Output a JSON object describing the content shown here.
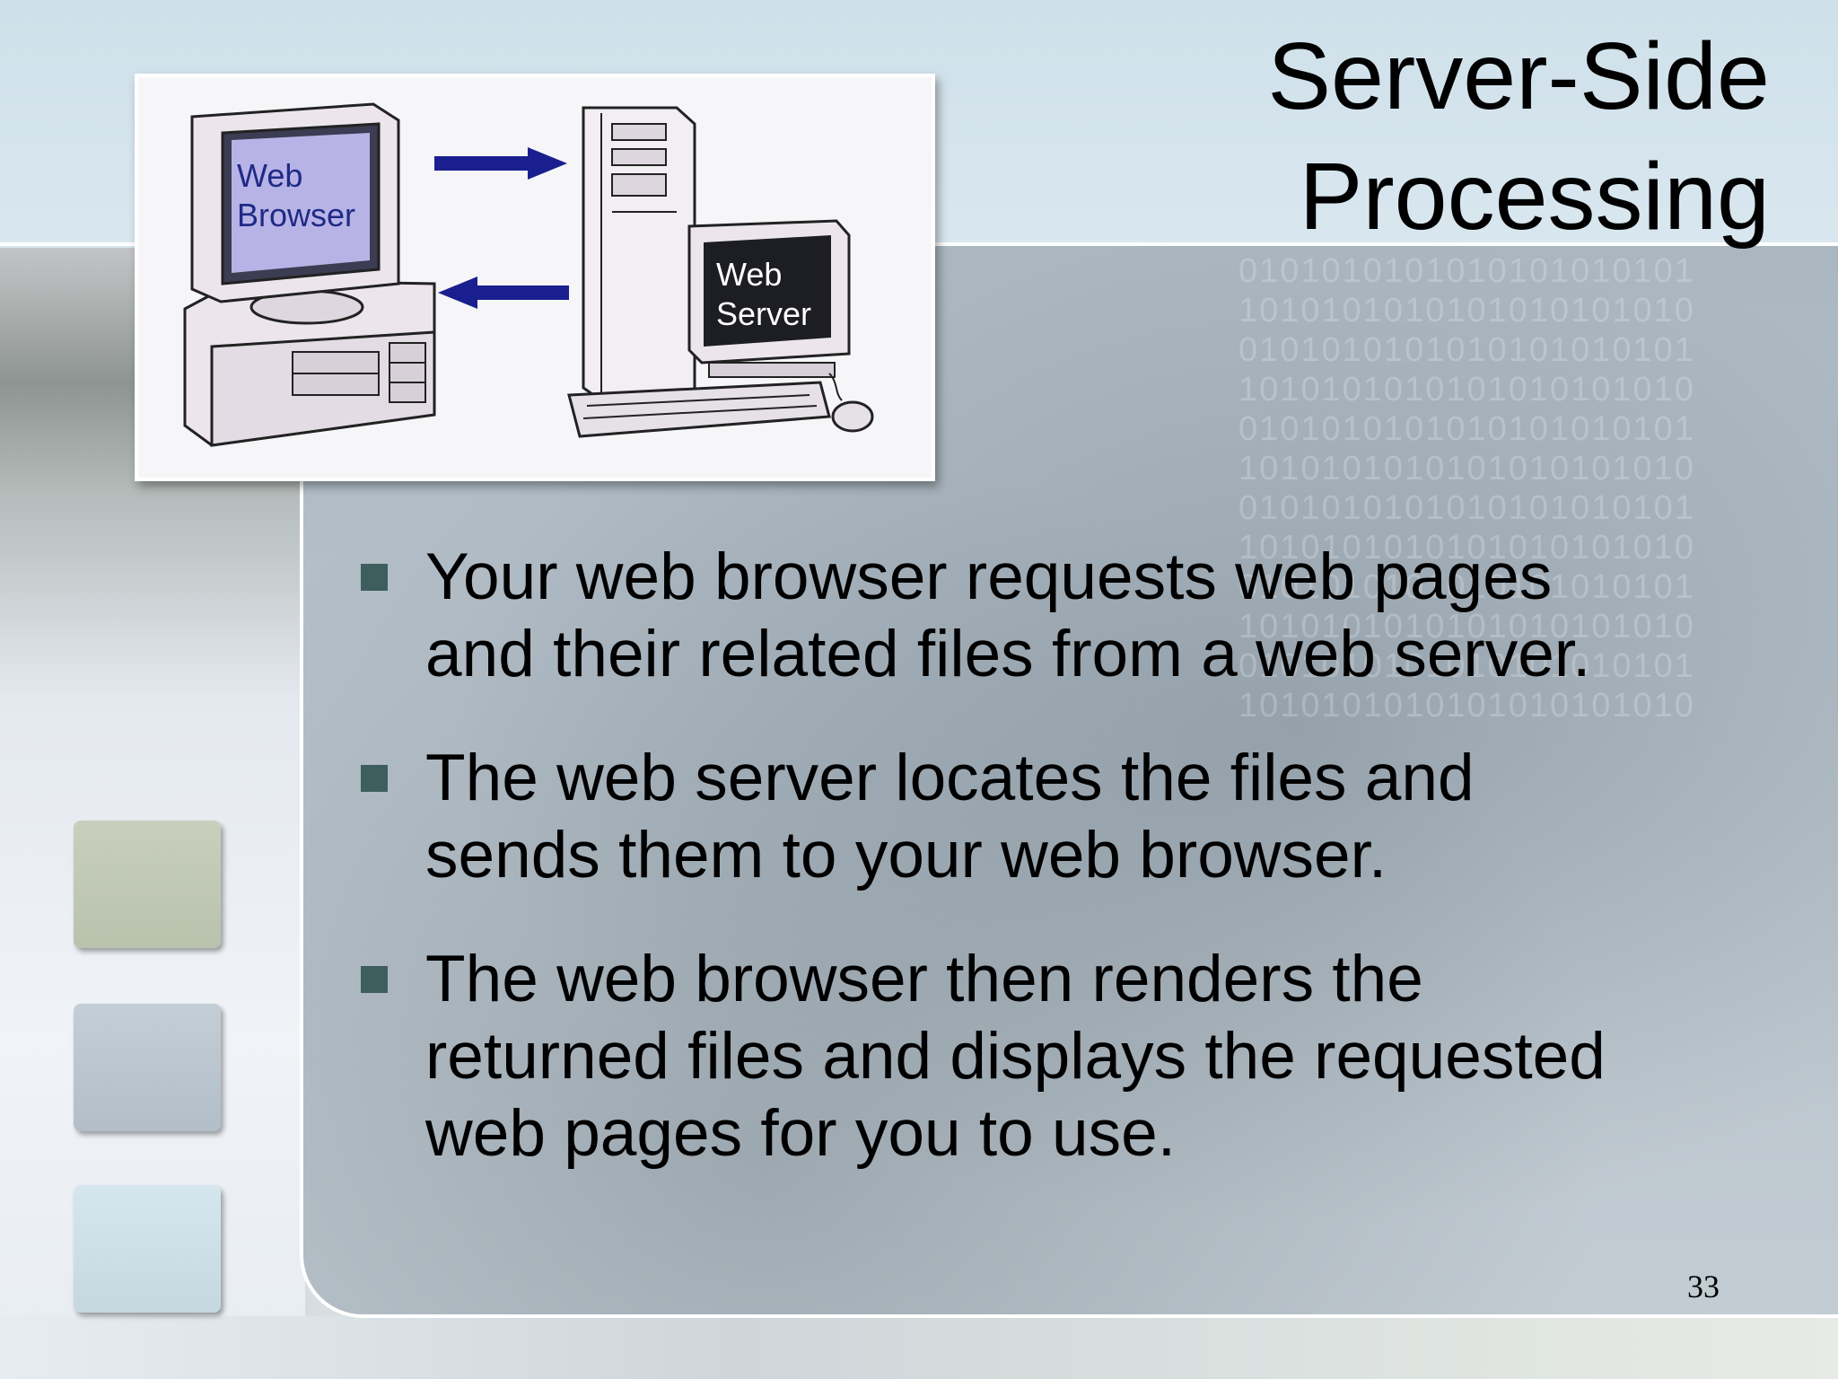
{
  "slide": {
    "title_line1": "Server-Side",
    "title_line2": "Processing",
    "page_number": "33"
  },
  "diagram": {
    "client_label_line1": "Web",
    "client_label_line2": "Browser",
    "server_label_line1": "Web",
    "server_label_line2": "Server",
    "arrow_color": "#1a1f8f"
  },
  "bullets": [
    {
      "line1": "Your web browser requests web pages",
      "line2": "and their related files from a web server.",
      "line3": ""
    },
    {
      "line1": "The web server locates the files and",
      "line2": "sends them to your web browser.",
      "line3": ""
    },
    {
      "line1": "The web browser then renders the",
      "line2": "returned files and displays the requested",
      "line3": "web pages for you to use."
    }
  ],
  "colors": {
    "bullet": "#3d5e5d",
    "square_1": "#c8d0bd",
    "square_2": "#c3ced6",
    "square_3": "#d6e6ee"
  }
}
